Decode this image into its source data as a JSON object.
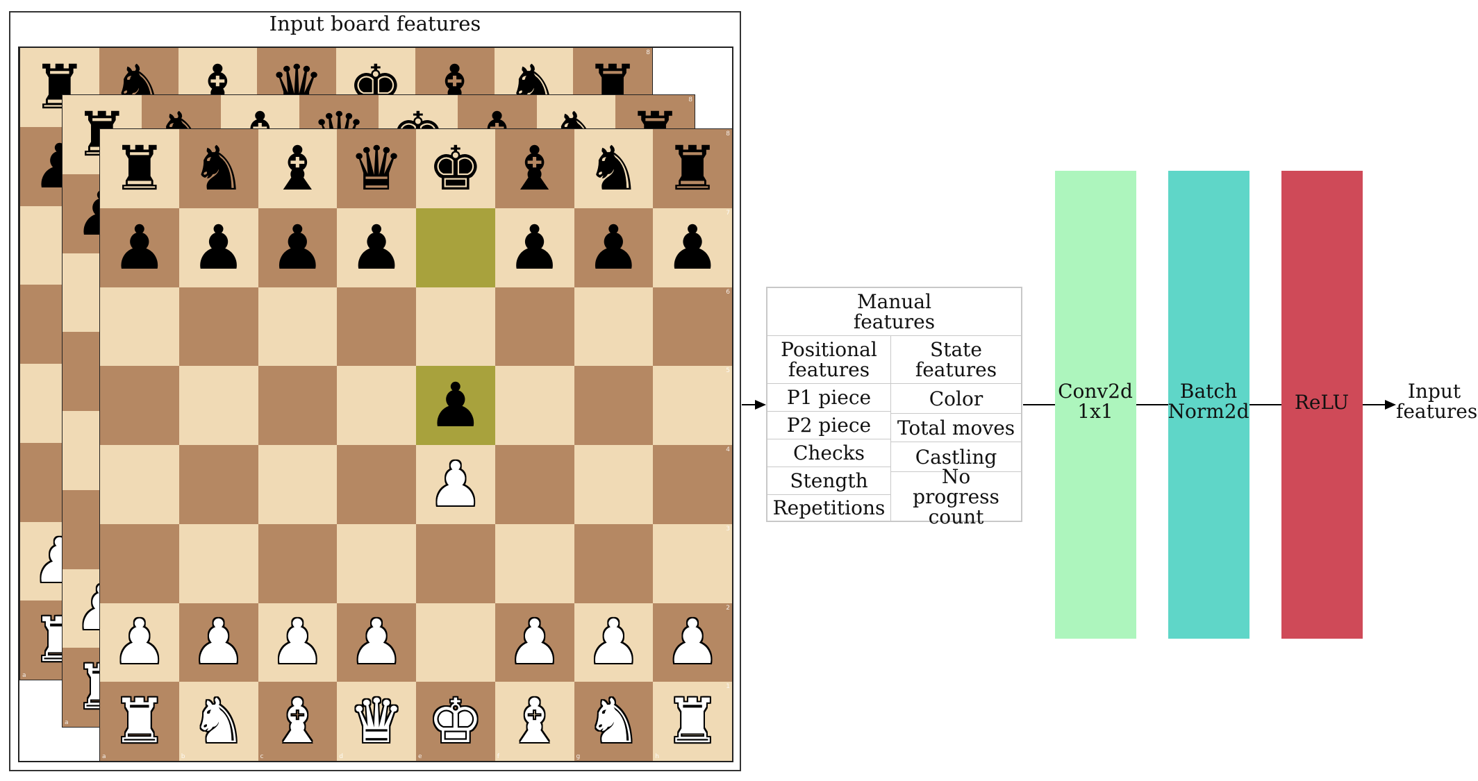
{
  "diagram": {
    "input_board": {
      "title": "Input board features",
      "boards": [
        {
          "id": "back",
          "highlight": []
        },
        {
          "id": "mid",
          "highlight": []
        },
        {
          "id": "front",
          "highlight": [
            "e7",
            "e5"
          ]
        }
      ],
      "position_rows": [
        [
          "r",
          "n",
          "b",
          "q",
          "k",
          "b",
          "n",
          "r"
        ],
        [
          "p",
          "p",
          "p",
          "p",
          "",
          "p",
          "p",
          "p"
        ],
        [
          "",
          "",
          "",
          "",
          "",
          "",
          "",
          ""
        ],
        [
          "",
          "",
          "",
          "",
          "p",
          "",
          "",
          ""
        ],
        [
          "",
          "",
          "",
          "",
          "P",
          "",
          "",
          ""
        ],
        [
          "",
          "",
          "",
          "",
          "",
          "",
          "",
          ""
        ],
        [
          "P",
          "P",
          "P",
          "P",
          "",
          "P",
          "P",
          "P"
        ],
        [
          "R",
          "N",
          "B",
          "Q",
          "K",
          "B",
          "N",
          "R"
        ]
      ],
      "rank_labels": [
        "8",
        "7",
        "6",
        "5",
        "4",
        "3",
        "2",
        "1"
      ],
      "file_labels": [
        "a",
        "b",
        "c",
        "d",
        "e",
        "f",
        "g",
        "h"
      ]
    },
    "manual_features": {
      "title": "Manual features",
      "left_header": "Positional features",
      "right_header": "State features",
      "left_items": [
        "P1 piece",
        "P2 piece",
        "Checks",
        "Stength",
        "Repetitions"
      ],
      "right_items": [
        "Color",
        "Total moves",
        "Castling",
        "No progress count"
      ]
    },
    "layers": [
      {
        "label": "Conv2d 1x1",
        "color": "#adf5bd"
      },
      {
        "label": "Batch Norm2d",
        "color": "#5fd6c8"
      },
      {
        "label": "ReLU",
        "color": "#cf4a58"
      }
    ],
    "output": {
      "label": "Input features"
    }
  }
}
